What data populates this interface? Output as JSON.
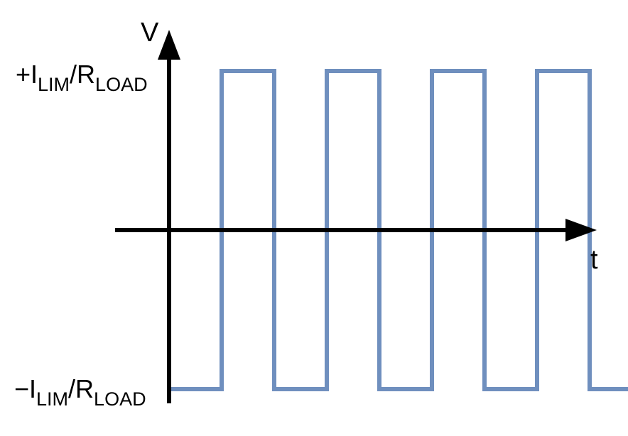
{
  "axes": {
    "y_label": "V",
    "x_label": "t"
  },
  "levels": {
    "high": {
      "prefix": "+I",
      "sub1": "LIM",
      "mid": "/R",
      "sub2": "LOAD"
    },
    "low": {
      "prefix": "−I",
      "sub1": "LIM",
      "mid": "/R",
      "sub2": "LOAD"
    }
  },
  "waveform": {
    "type": "square",
    "start_level": "low",
    "transitions_t": [
      1,
      2,
      3,
      4,
      5,
      6,
      7,
      8
    ],
    "t_max": 8.9
  },
  "colors": {
    "axis": "#000000",
    "waveform": "#6f8fbe"
  }
}
